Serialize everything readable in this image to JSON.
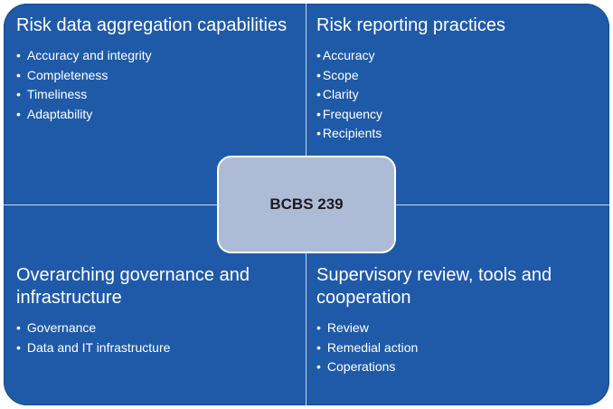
{
  "center": {
    "label": "BCBS 239"
  },
  "quadrants": {
    "top_left": {
      "title": "Risk data aggregation capabilities",
      "items": [
        "Accuracy and integrity",
        "Completeness",
        "Timeliness",
        "Adaptability"
      ]
    },
    "top_right": {
      "title": "Risk reporting practices",
      "items": [
        "Accuracy",
        "Scope",
        "Clarity",
        "Frequency",
        "Recipients"
      ]
    },
    "bottom_left": {
      "title": "Overarching governance and infrastructure",
      "items": [
        "Governance",
        "Data and IT infrastructure"
      ]
    },
    "bottom_right": {
      "title": "Supervisory review, tools and cooperation",
      "items": [
        "Review",
        "Remedial action",
        "Coperations"
      ]
    }
  },
  "colors": {
    "panel": "#1f5aa8",
    "center_box": "#aebbd6",
    "text": "#ffffff"
  },
  "bullet_glyph": "•"
}
